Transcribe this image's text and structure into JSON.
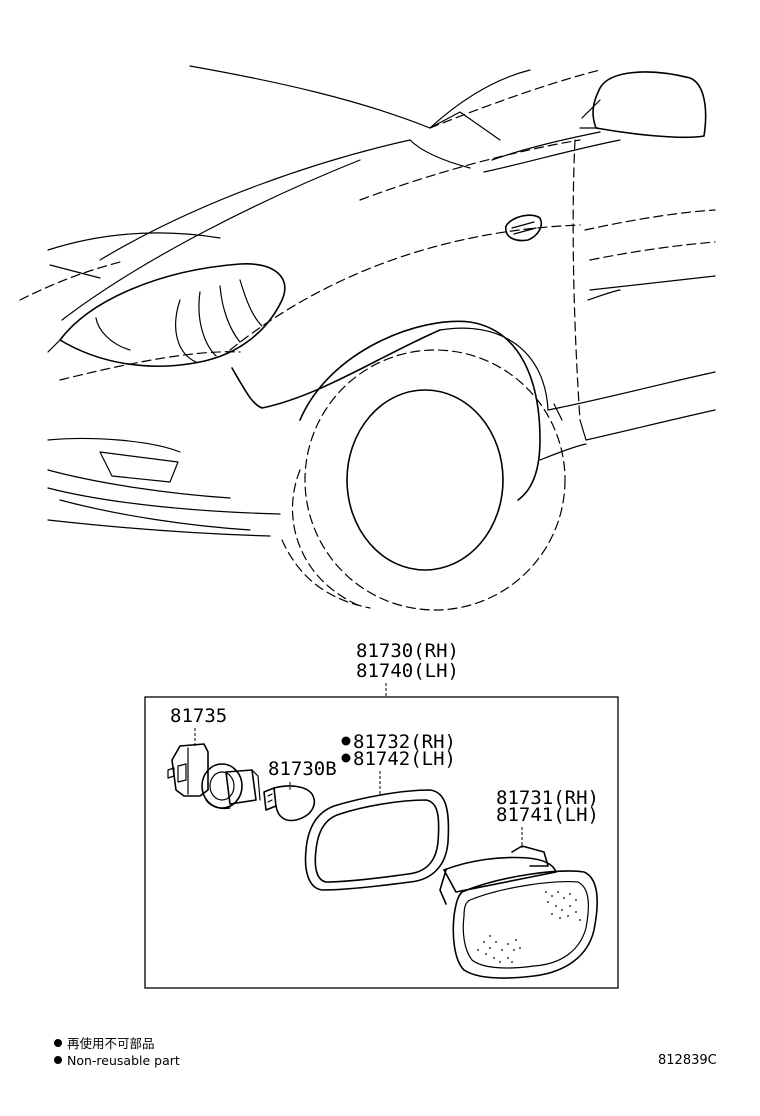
{
  "callouts": {
    "assembly_rh": "81730(RH)",
    "assembly_lh": "81740(LH)",
    "socket": "81735",
    "bulb": "81730B",
    "gasket_rh": "81732(RH)",
    "gasket_lh": "81742(LH)",
    "lens_rh": "81731(RH)",
    "lens_lh": "81741(LH)"
  },
  "legend": {
    "japanese": "再使用不可部品",
    "english": "Non-reusable part"
  },
  "illustration_code": "812839C"
}
